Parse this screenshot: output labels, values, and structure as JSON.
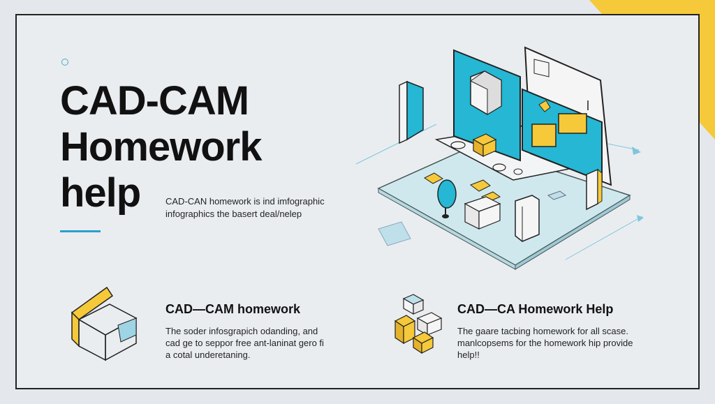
{
  "hero": {
    "title_lines": [
      "CAD-CAM",
      "Homework",
      "help"
    ],
    "lead_lines": [
      "CAD-CAN homework is ind imfographic",
      "infographics the basert deal/nelep"
    ]
  },
  "features": [
    {
      "title": "CAD—CAM homework",
      "lines": [
        "The soder infosgrapich odanding, and",
        "cad ge to seppor free ant-laninat gero fi",
        "a cotal underetaning."
      ],
      "icon": "isometric-cube-icon"
    },
    {
      "title": "CAD—CA  Homework Help",
      "lines": [
        "The gaare tacbing homework for all scase.",
        "manlcopsems for the homework hip provide",
        "help!!"
      ],
      "icon": "isometric-blocks-icon"
    }
  ],
  "colors": {
    "accent_yellow": "#f5c93a",
    "accent_cyan": "#25b7d3",
    "accent_blue": "#2a9fcb"
  }
}
